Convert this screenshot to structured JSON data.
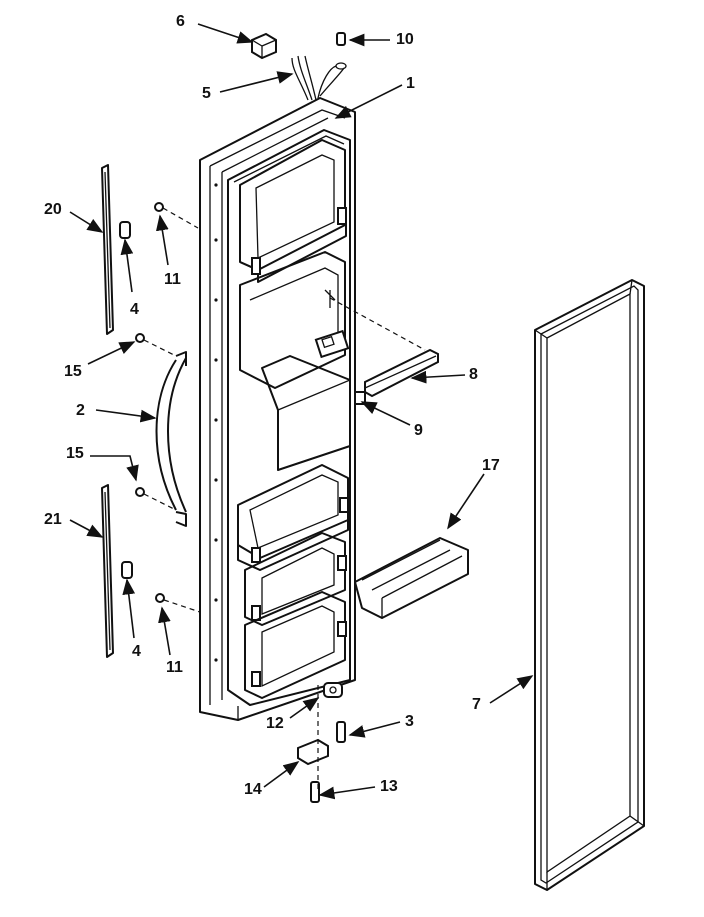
{
  "callouts": {
    "c1": "1",
    "c2": "2",
    "c3": "3",
    "c4a": "4",
    "c4b": "4",
    "c5": "5",
    "c6": "6",
    "c7": "7",
    "c8": "8",
    "c9": "9",
    "c10": "10",
    "c11a": "11",
    "c11b": "11",
    "c12": "12",
    "c13": "13",
    "c14": "14",
    "c15a": "15",
    "c15b": "15",
    "c17": "17",
    "c20": "20",
    "c21": "21"
  }
}
